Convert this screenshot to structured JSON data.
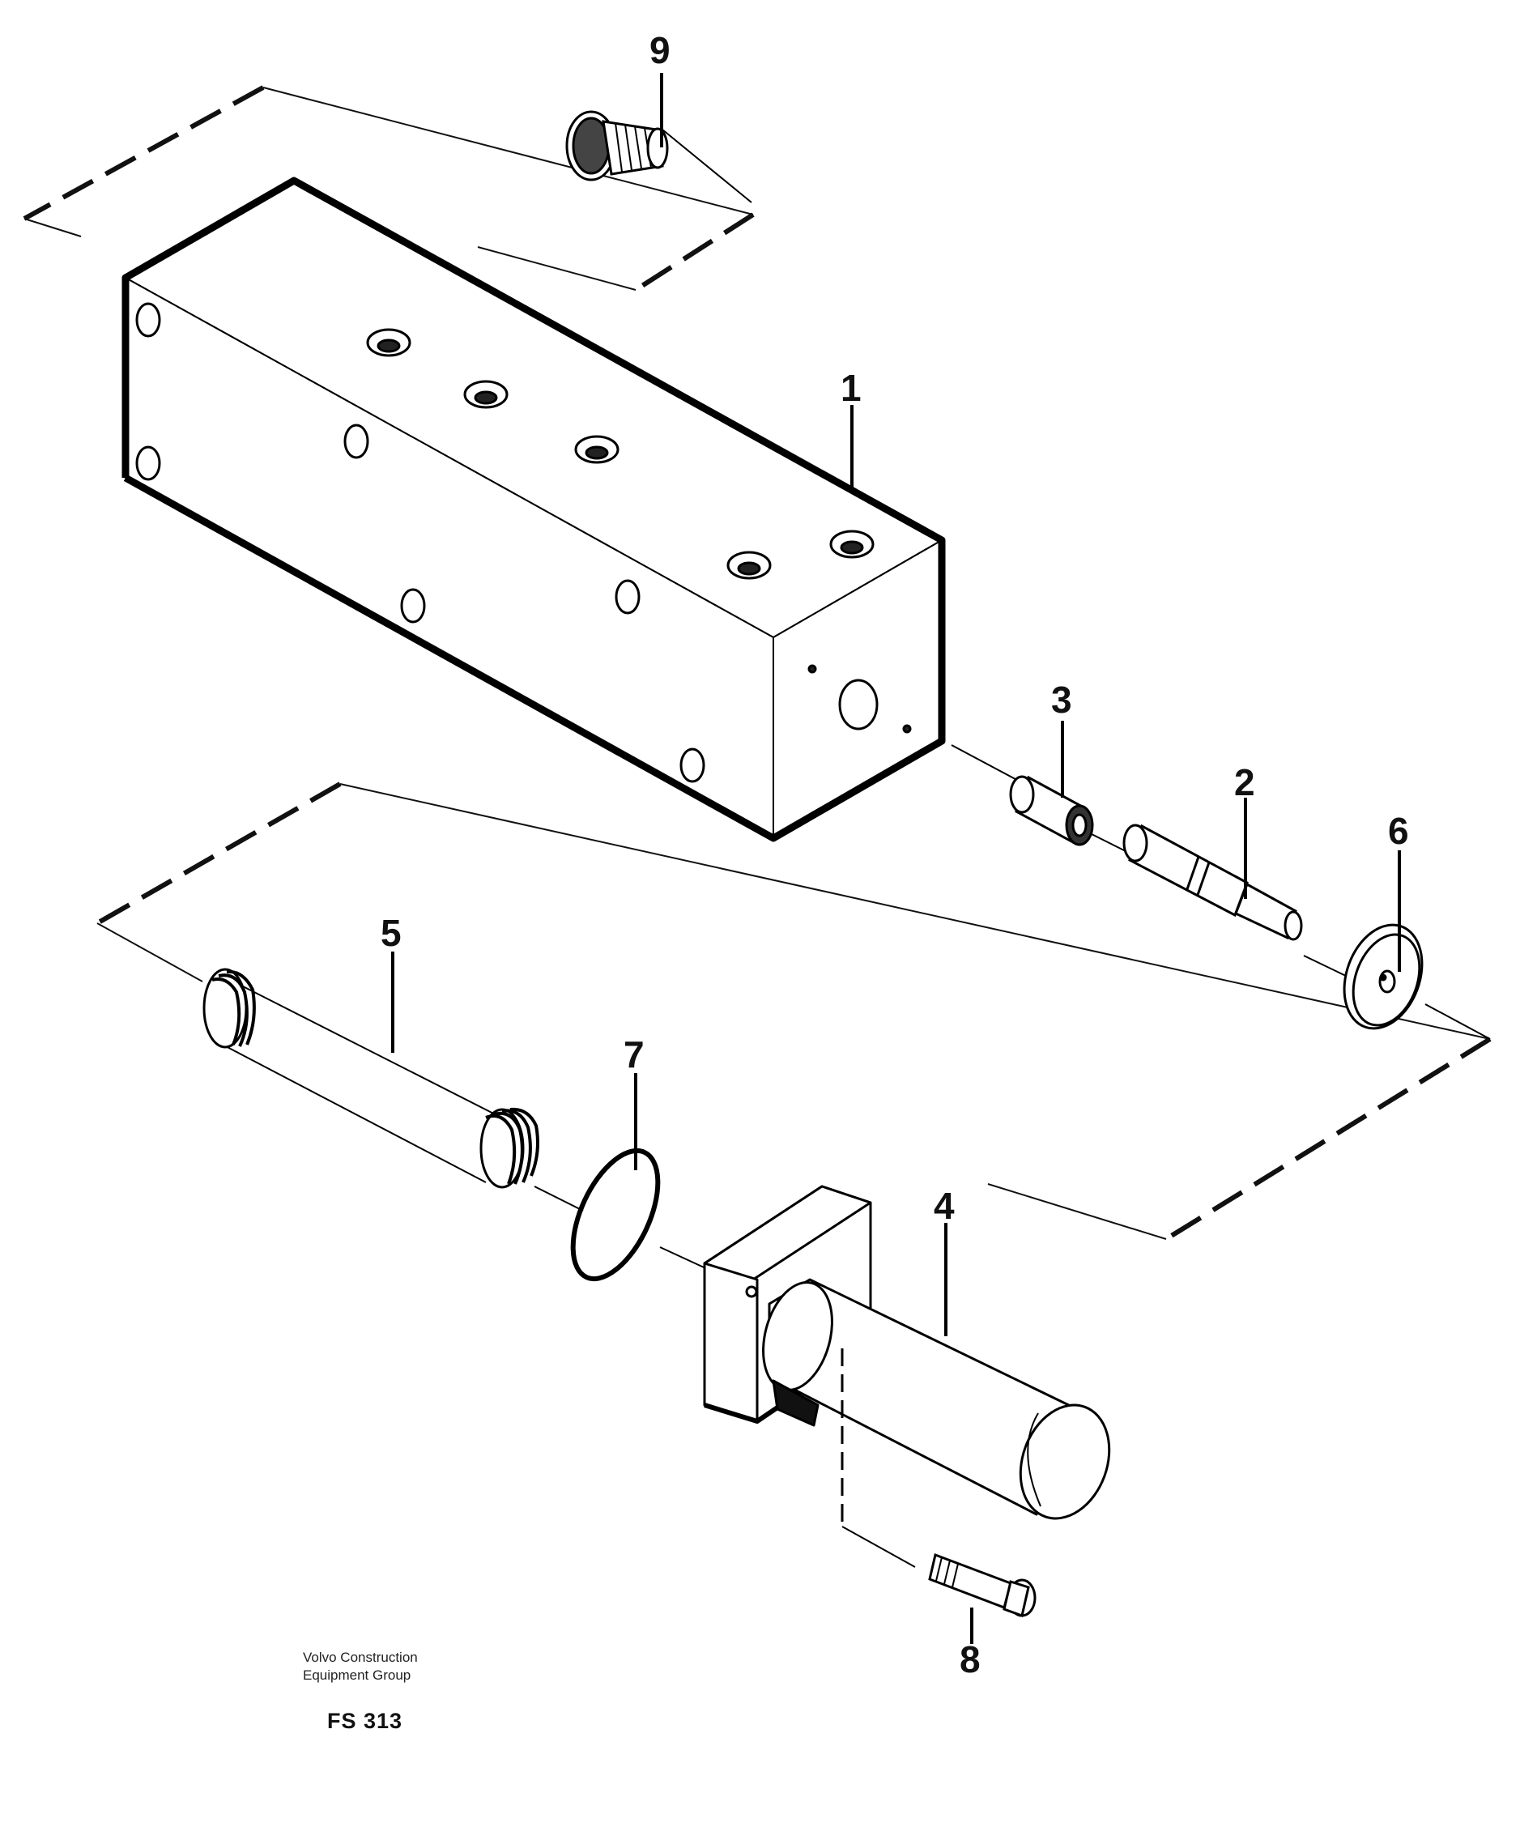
{
  "callouts": [
    {
      "id": "1",
      "label": "1"
    },
    {
      "id": "2",
      "label": "2"
    },
    {
      "id": "3",
      "label": "3"
    },
    {
      "id": "4",
      "label": "4"
    },
    {
      "id": "5",
      "label": "5"
    },
    {
      "id": "6",
      "label": "6"
    },
    {
      "id": "7",
      "label": "7"
    },
    {
      "id": "8",
      "label": "8"
    },
    {
      "id": "9",
      "label": "9"
    }
  ],
  "credit": {
    "line1": "Volvo Construction",
    "line2": "Equipment Group"
  },
  "figure_code": "FS 313"
}
